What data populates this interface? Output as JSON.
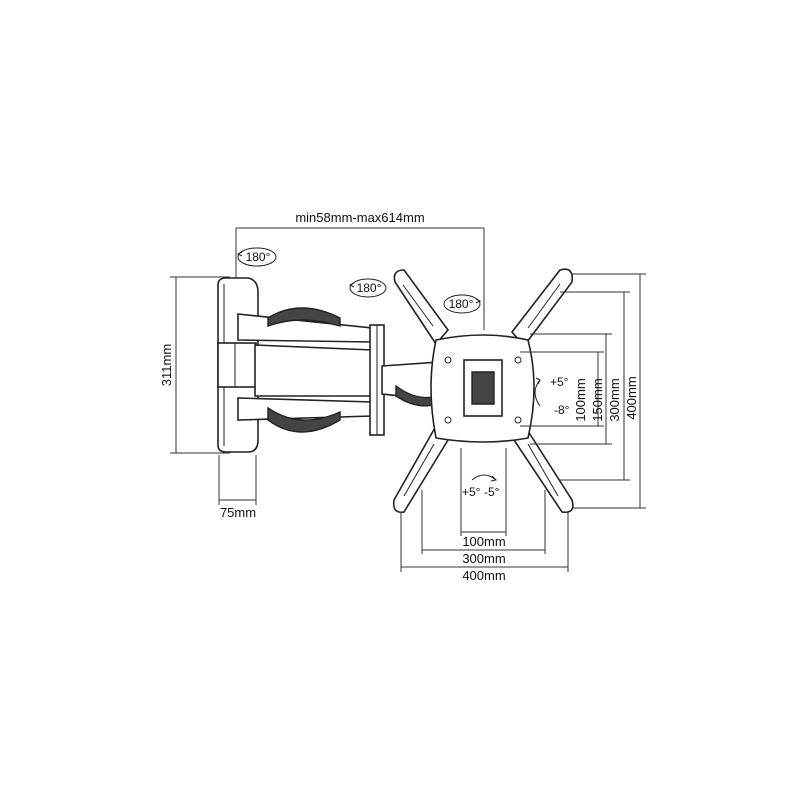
{
  "dimensions": {
    "extension": "min58mm-max614mm",
    "wall_plate_height": "311mm",
    "wall_plate_depth": "75mm",
    "vesa_h_100": "100mm",
    "vesa_h_300": "300mm",
    "vesa_h_400": "400mm",
    "vesa_v_100": "100mm",
    "vesa_v_150": "150mm",
    "vesa_v_300": "300mm",
    "vesa_v_400": "400mm"
  },
  "rotations": {
    "wall_swivel": "180°",
    "arm_swivel": "180°",
    "head_swivel": "180°"
  },
  "tilt": {
    "up": "+5°",
    "down": "-8°"
  },
  "level": {
    "left": "+5°",
    "right": "-5°"
  }
}
